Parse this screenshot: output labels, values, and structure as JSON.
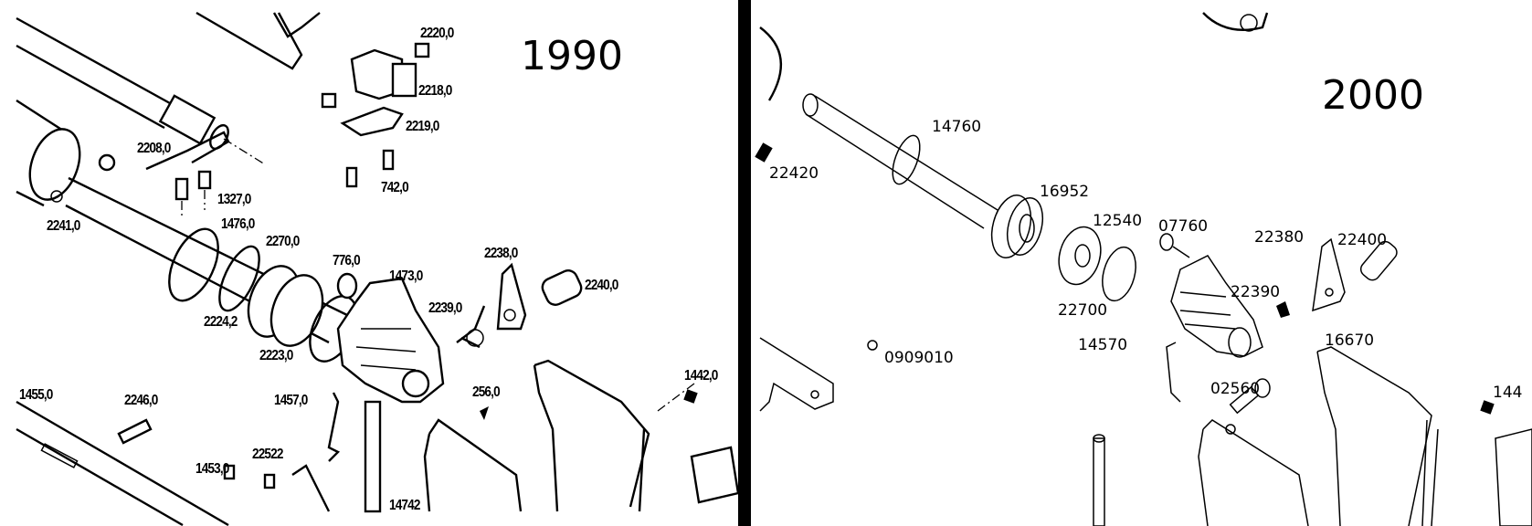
{
  "panels": {
    "left": {
      "year": "1990",
      "labels": [
        "2220,0",
        "2218,0",
        "2219,0",
        "742,0",
        "2208,0",
        "1327,0",
        "2241,0",
        "1476,0",
        "2270,0",
        "776,0",
        "1473,0",
        "2238,0",
        "2240,0",
        "2239,0",
        "2224,2",
        "2223,0",
        "1455,0",
        "2246,0",
        "1457,0",
        "256,0",
        "1442,0",
        "1453,0",
        "22522",
        "14742"
      ]
    },
    "right": {
      "year": "2000",
      "labels": [
        "14760",
        "22420",
        "16952",
        "12540",
        "07760",
        "22380",
        "22400",
        "22390",
        "22700",
        "14570",
        "16670",
        "0909010",
        "02560",
        "144"
      ]
    }
  },
  "colors": {
    "divider": "#000000",
    "background": "#ffffff",
    "ink": "#000000"
  }
}
